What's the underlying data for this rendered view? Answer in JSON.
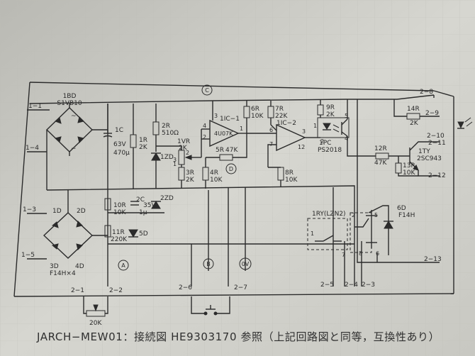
{
  "caption": "JARCH−MEW01：接続図 HE9303170 参照（上記回路図と同等，互換性あり）",
  "markers": {
    "c": "C",
    "d": "D",
    "a": "A",
    "b": "B",
    "ov": "0V"
  },
  "terminals": {
    "t1_1": "1−1",
    "t1_4": "1−4",
    "t1_3": "1−3",
    "t1_5": "1−5",
    "t2_1": "2−1",
    "t2_2": "2−2",
    "t2_6": "2−6",
    "t2_7": "2−7",
    "t2_5": "2−5",
    "t2_4": "2−4",
    "t2_3": "2−3",
    "t2_8": "2−8",
    "t2_9": "2−9",
    "t2_10": "2−10",
    "t2_11": "2−11",
    "t2_12": "2−12",
    "t2_13": "2−13"
  },
  "components": {
    "bd1": [
      "1BD",
      "S1VB10"
    ],
    "c1": [
      "1C",
      "63V",
      "470μ"
    ],
    "r1": [
      "1R",
      "2K"
    ],
    "r2": [
      "2R",
      "510Ω"
    ],
    "zd1": "1ZD",
    "vr1": [
      "1VR",
      "2K"
    ],
    "r3": [
      "3R",
      "2K"
    ],
    "ic1": "1IC−1",
    "ic_part": "4U07K",
    "r5": [
      "5R",
      "47K"
    ],
    "r4": [
      "4R",
      "10K"
    ],
    "r6": [
      "6R",
      "10K"
    ],
    "r7": [
      "7R",
      "22K"
    ],
    "ic2": "1IC−2",
    "r8": [
      "8R",
      "10K"
    ],
    "r9": [
      "9R",
      "2K"
    ],
    "pc1": [
      "1PC",
      "PS2018"
    ],
    "r14": [
      "14R",
      "2K"
    ],
    "r12": [
      "12R",
      "47K"
    ],
    "tr1": [
      "1TY",
      "2SC943"
    ],
    "r13": [
      "13R",
      "10K"
    ],
    "r10": [
      "10R",
      "10K"
    ],
    "c2": [
      "2C",
      "35V",
      "1μ"
    ],
    "zd2": "2ZD",
    "r11": [
      "11R",
      "220K"
    ],
    "d5": "5D",
    "d_bridge": [
      "1D",
      "2D",
      "3D",
      "4D"
    ],
    "d_bridge_part": "F14H×4",
    "relay": "1RY(LZN2)",
    "d6": [
      "6D",
      "F14H"
    ],
    "pot_ext": "20K"
  },
  "pins": {
    "ic1_p2": "2",
    "ic1_p3": "3",
    "ic1_p1": "1",
    "ic1_p4": "4",
    "ic2_p6": "6",
    "ic2_p7": "7",
    "ic2_p3": "3",
    "ic2_p12": "12",
    "pc_p1": "1",
    "pc_p2": "2",
    "pc_p5": "5",
    "pc_p4": "4",
    "rly_p2": "2",
    "rly_p5": "5",
    "rly_p1": "1",
    "rly_p7": "7",
    "rly_p8": "8",
    "rly_p6": "6",
    "vr_p2": "2",
    "vr_p3": "3",
    "vr_p1": "1"
  },
  "ac_symbols": {
    "top": "~",
    "bottom": "~"
  }
}
